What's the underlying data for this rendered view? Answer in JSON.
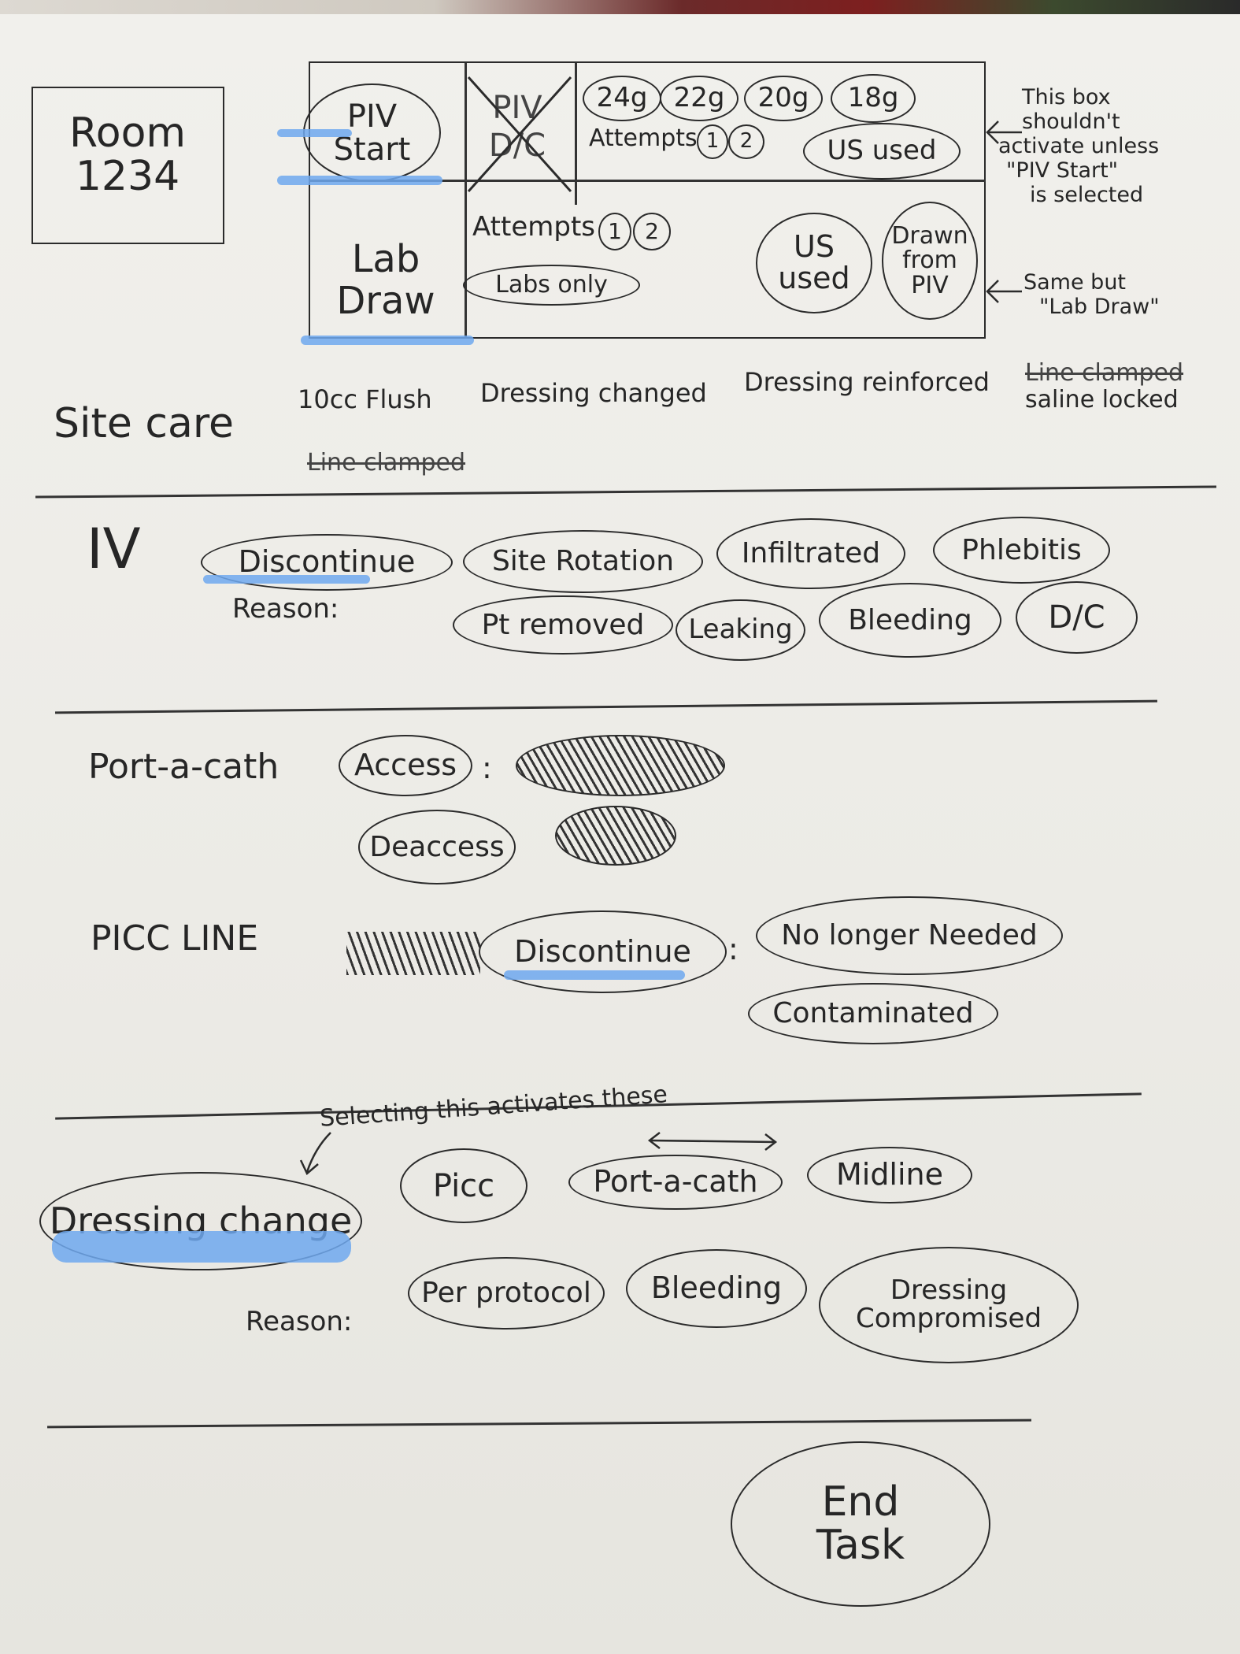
{
  "room": {
    "line1": "Room",
    "line2": "1234"
  },
  "piv": {
    "start_line1": "PIV",
    "start_line2": "Start",
    "dc_line1": "PIV",
    "dc_line2": "D/C",
    "gauges": [
      "24g",
      "22g",
      "20g",
      "18g"
    ],
    "attempts_label": "Attempts",
    "attempts": [
      "1",
      "2"
    ],
    "us_used": "US used"
  },
  "lab": {
    "line1": "Lab",
    "line2": "Draw",
    "attempts_label": "Attempts",
    "attempts": [
      "1",
      "2"
    ],
    "labs_only": "Labs only",
    "us_used_line1": "US",
    "us_used_line2": "used",
    "drawn_line1": "Drawn",
    "drawn_line2": "from",
    "drawn_line3": "PIV"
  },
  "notes": {
    "piv_note_lines": [
      "This box",
      "shouldn't",
      "activate unless",
      "\"PIV Start\"",
      "is selected"
    ],
    "lab_note_lines": [
      "Same but",
      "\"Lab Draw\""
    ]
  },
  "site_care": {
    "label": "Site care",
    "options": [
      "10cc Flush",
      "Dressing changed",
      "Dressing reinforced"
    ],
    "struck_line_clamped": "Line clamped",
    "saline_locked": "saline locked"
  },
  "iv": {
    "label": "IV",
    "discontinue": "Discontinue",
    "reason_label": "Reason:",
    "reasons_row1": [
      "Site Rotation",
      "Infiltrated",
      "Phlebitis"
    ],
    "reasons_row2": [
      "Pt removed",
      "Leaking",
      "Bleeding",
      "D/C"
    ]
  },
  "port": {
    "label": "Port-a-cath",
    "access": "Access",
    "deaccess": "Deaccess"
  },
  "picc": {
    "label": "PICC LINE",
    "discontinue": "Discontinue",
    "reasons": [
      "No longer Needed",
      "Contaminated"
    ]
  },
  "dressing": {
    "annotation": "Selecting this activates these",
    "dressing_change": "Dressing change",
    "types": [
      "Picc",
      "Port-a-cath",
      "Midline"
    ],
    "reason_label": "Reason:",
    "reasons": [
      "Per protocol",
      "Bleeding"
    ],
    "compromised_line1": "Dressing",
    "compromised_line2": "Compromised"
  },
  "end_task": {
    "line1": "End",
    "line2": "Task"
  },
  "colors": {
    "highlight": "#6fa8ef",
    "ink": "#262626",
    "paper": "#efeeea"
  }
}
